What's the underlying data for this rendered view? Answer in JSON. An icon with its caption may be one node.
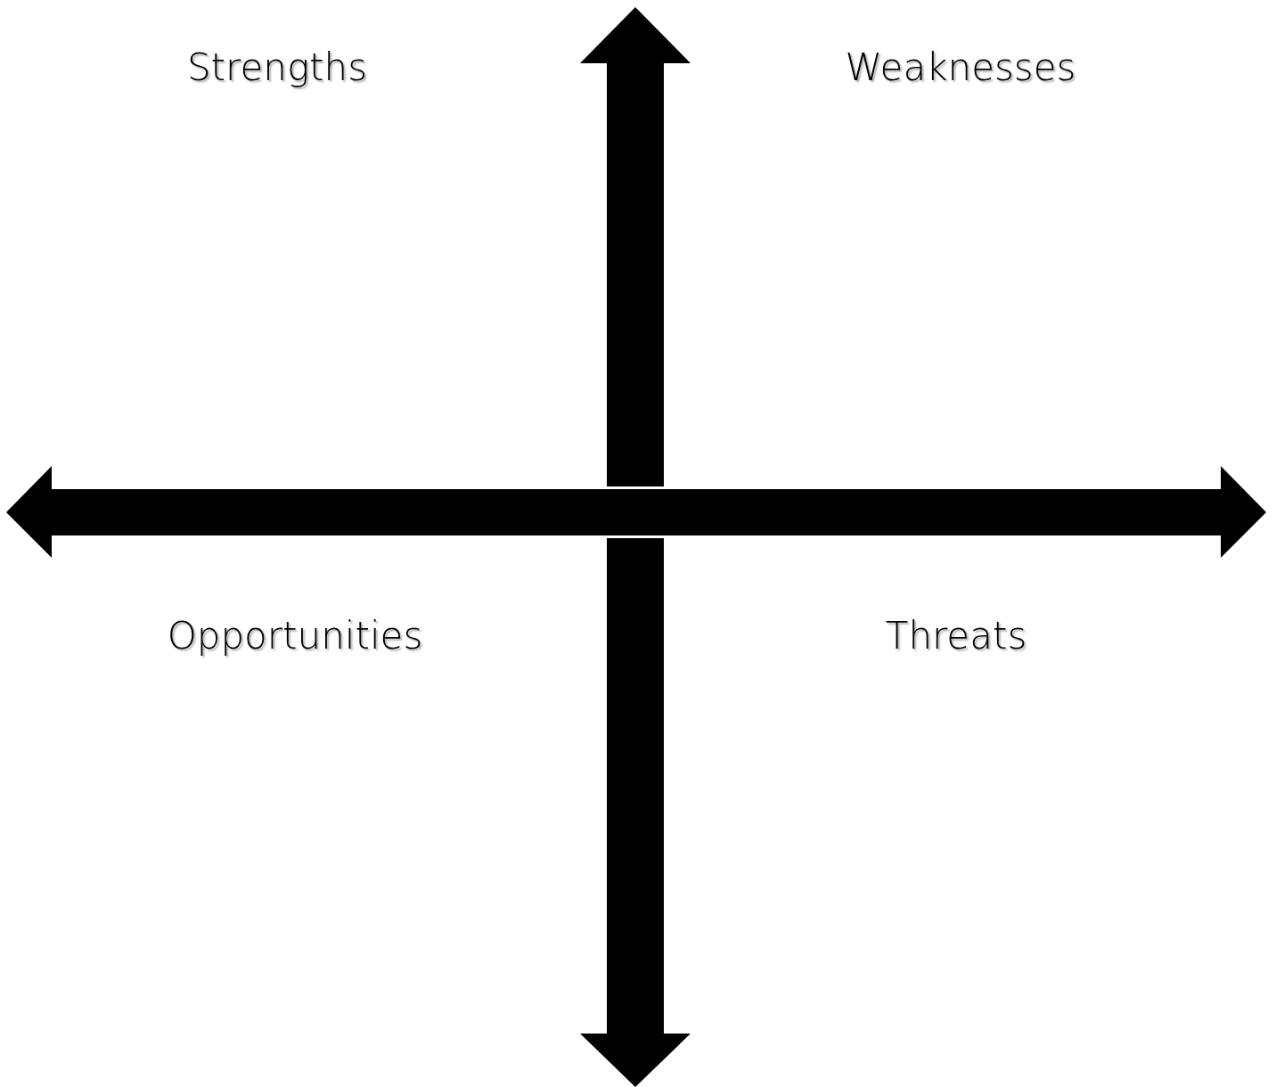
{
  "diagram": {
    "labels": [
      "Strengths",
      "Weaknesses",
      "Opportunities",
      "Threats"
    ]
  }
}
